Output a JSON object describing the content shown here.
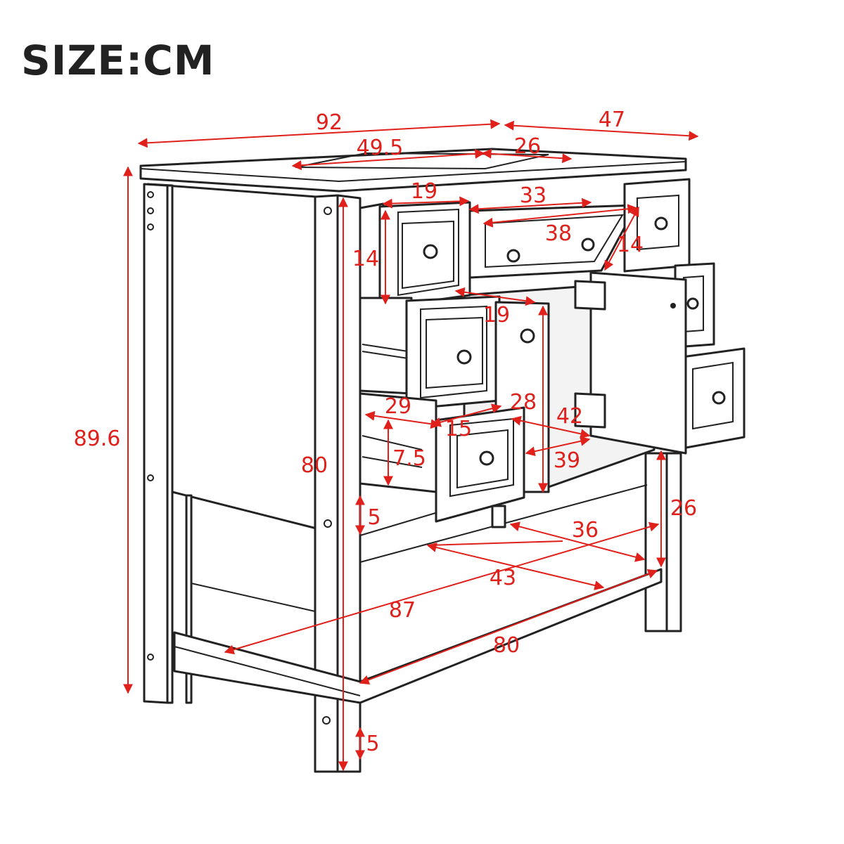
{
  "title": "SIZE:CM",
  "dimensions": [
    {
      "id": "overall-width",
      "label": "92"
    },
    {
      "id": "overall-depth",
      "label": "47"
    },
    {
      "id": "sink-width",
      "label": "49.5"
    },
    {
      "id": "sink-depth",
      "label": "26"
    },
    {
      "id": "top-drawer-left-width",
      "label": "19"
    },
    {
      "id": "flip-drawer-width",
      "label": "33"
    },
    {
      "id": "flip-drawer-inner",
      "label": "38"
    },
    {
      "id": "top-drawer-left-height",
      "label": "14"
    },
    {
      "id": "top-drawer-right-height",
      "label": "14"
    },
    {
      "id": "drawer-depth",
      "label": "19"
    },
    {
      "id": "drawer-side-depth",
      "label": "29"
    },
    {
      "id": "drawer-inner-width",
      "label": "28"
    },
    {
      "id": "drawer-front-height",
      "label": "15"
    },
    {
      "id": "drawer-inner-height",
      "label": "7.5"
    },
    {
      "id": "cabinet-interior-width",
      "label": "42"
    },
    {
      "id": "cabinet-interior-depth",
      "label": "39"
    },
    {
      "id": "overall-height",
      "label": "89.6"
    },
    {
      "id": "body-height",
      "label": "80"
    },
    {
      "id": "rail-height",
      "label": "5"
    },
    {
      "id": "shelf-clearance",
      "label": "26"
    },
    {
      "id": "shelf-inner-depth",
      "label": "36"
    },
    {
      "id": "shelf-depth",
      "label": "43"
    },
    {
      "id": "shelf-diagonal",
      "label": "87"
    },
    {
      "id": "shelf-width",
      "label": "80"
    },
    {
      "id": "foot-height",
      "label": "5"
    }
  ],
  "colors": {
    "dimension": "#e0201b",
    "outline": "#222222",
    "background": "#ffffff"
  }
}
